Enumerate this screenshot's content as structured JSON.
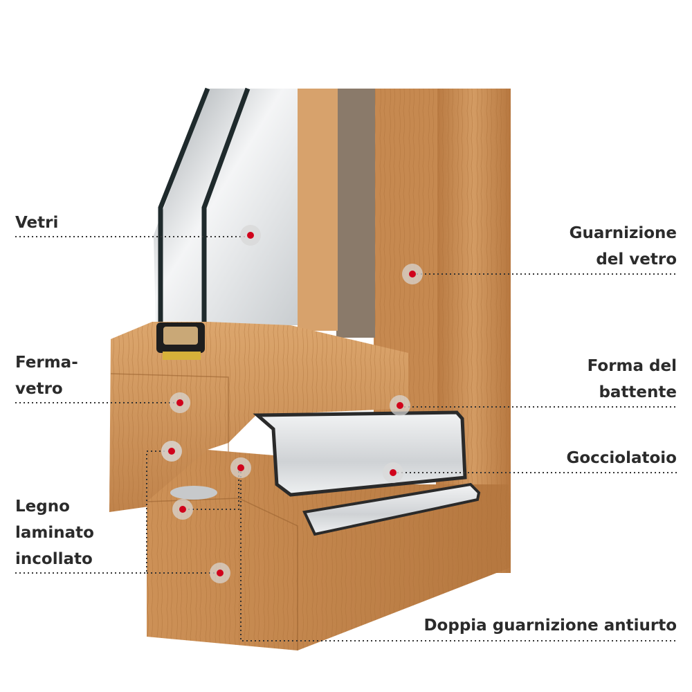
{
  "labels": {
    "vetri": [
      "Vetri"
    ],
    "fermavetro": [
      "Ferma-",
      "vetro"
    ],
    "legno": [
      "Legno",
      "laminato",
      "incollato"
    ],
    "guarnizione_vetro": [
      "Guarnizione",
      "del vetro"
    ],
    "forma_battente": [
      "Forma del",
      "battente"
    ],
    "gocciolatoio": [
      "Gocciolatoio"
    ],
    "doppia_guarnizione": [
      "Doppia guarnizione antiurto"
    ]
  },
  "colors": {
    "text": "#2b2b2b",
    "leader_line": "#333333",
    "marker_dot": "#d0021b",
    "marker_halo": "#d9d9d9",
    "wood": "#c98a52",
    "aluminium": "#d8dadc",
    "glass": "#c7ccd0"
  }
}
